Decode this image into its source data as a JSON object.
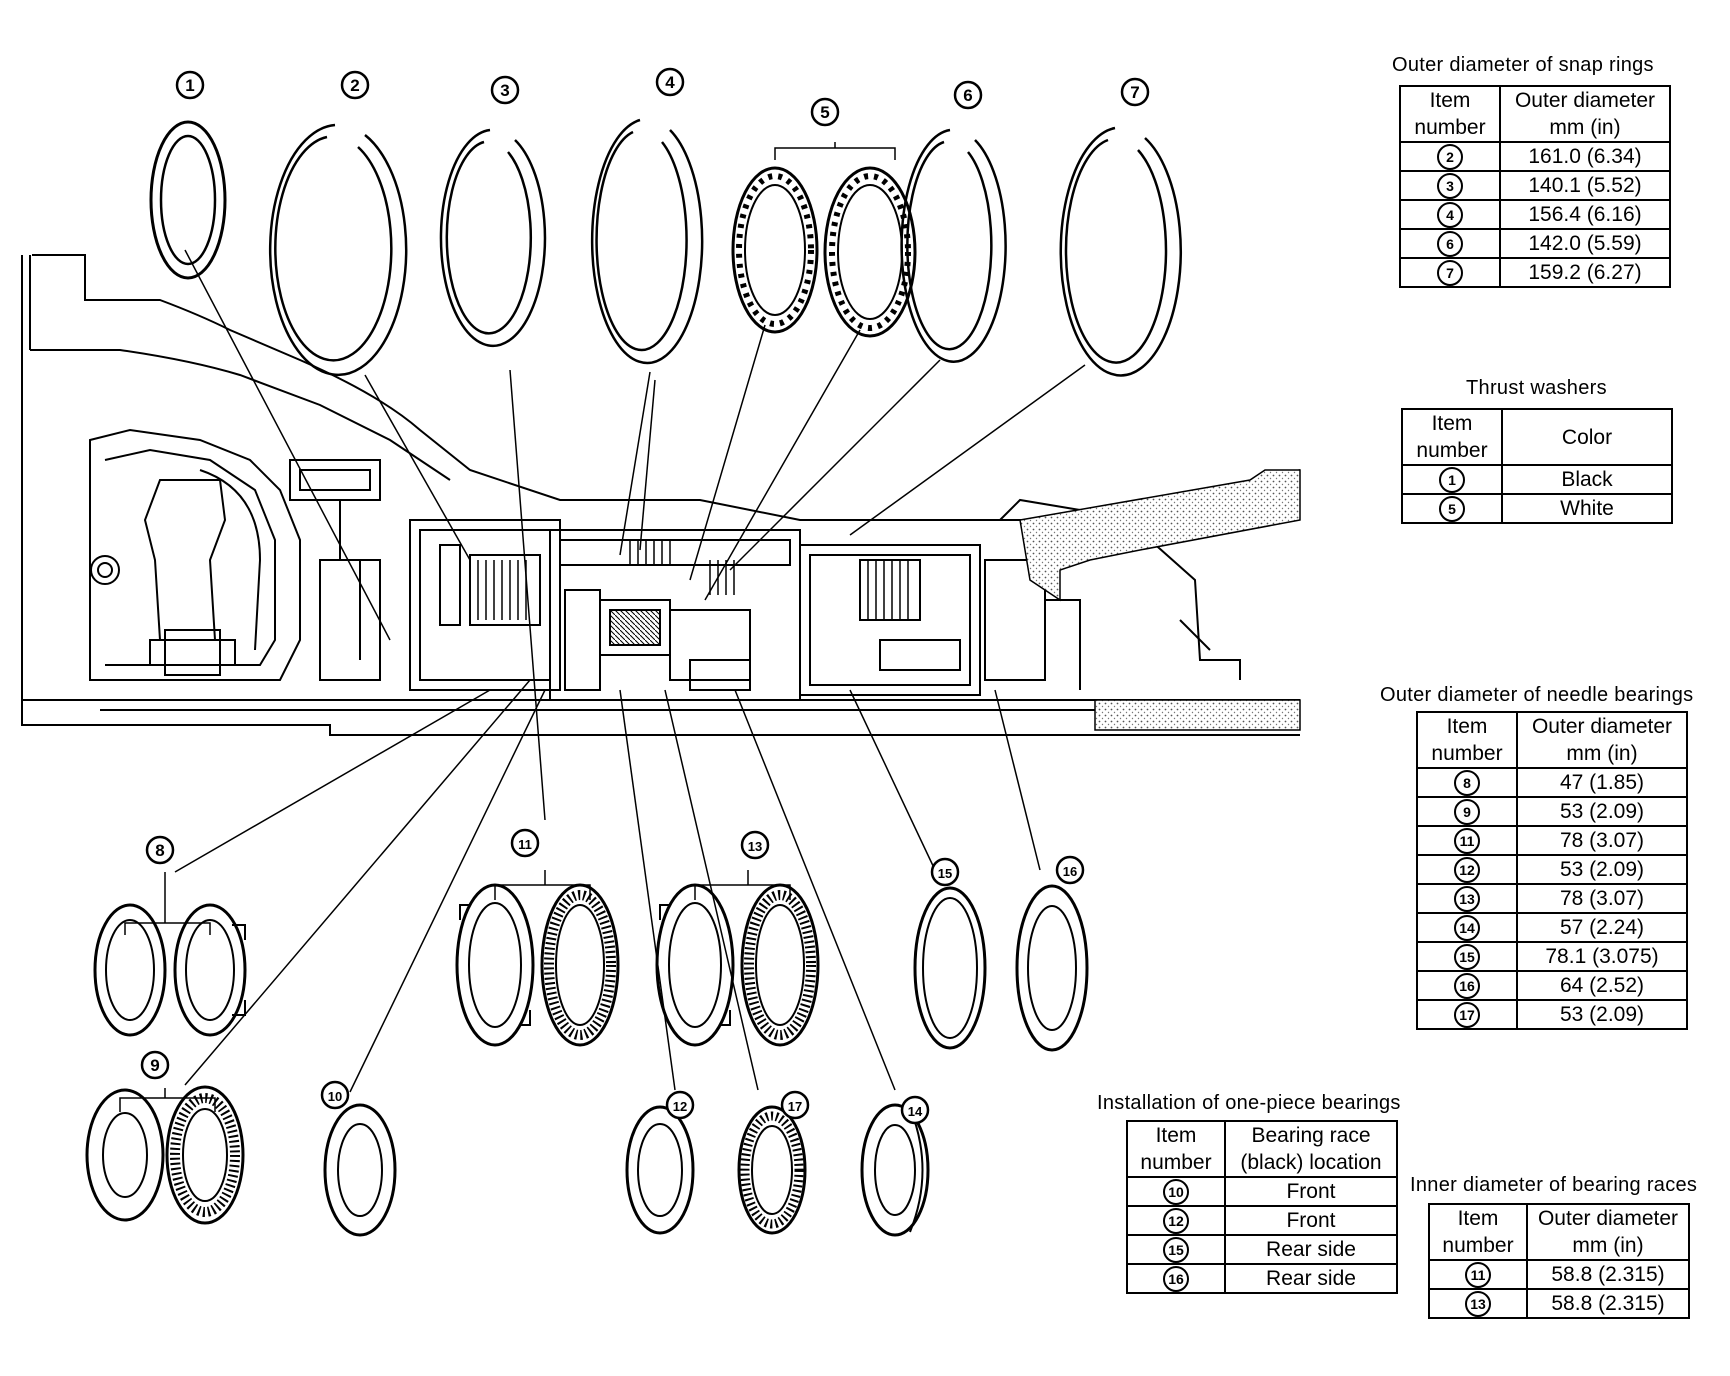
{
  "callouts": [
    "1",
    "2",
    "3",
    "4",
    "5",
    "6",
    "7",
    "8",
    "9",
    "10",
    "11",
    "12",
    "13",
    "14",
    "15",
    "16",
    "17"
  ],
  "snap_rings": {
    "title": "Outer diameter of snap rings",
    "headers": [
      "Item number",
      "Outer diameter mm (in)"
    ],
    "rows": [
      {
        "item": "2",
        "value": "161.0 (6.34)"
      },
      {
        "item": "3",
        "value": "140.1 (5.52)"
      },
      {
        "item": "4",
        "value": "156.4 (6.16)"
      },
      {
        "item": "6",
        "value": "142.0 (5.59)"
      },
      {
        "item": "7",
        "value": "159.2 (6.27)"
      }
    ]
  },
  "thrust_washers": {
    "title": "Thrust washers",
    "headers": [
      "Item number",
      "Color"
    ],
    "rows": [
      {
        "item": "1",
        "value": "Black"
      },
      {
        "item": "5",
        "value": "White"
      }
    ]
  },
  "needle_bearings": {
    "title": "Outer diameter of needle bearings",
    "headers": [
      "Item number",
      "Outer diameter mm (in)"
    ],
    "rows": [
      {
        "item": "8",
        "value": "47 (1.85)"
      },
      {
        "item": "9",
        "value": "53 (2.09)"
      },
      {
        "item": "11",
        "value": "78 (3.07)"
      },
      {
        "item": "12",
        "value": "53 (2.09)"
      },
      {
        "item": "13",
        "value": "78 (3.07)"
      },
      {
        "item": "14",
        "value": "57 (2.24)"
      },
      {
        "item": "15",
        "value": "78.1 (3.075)"
      },
      {
        "item": "16",
        "value": "64 (2.52)"
      },
      {
        "item": "17",
        "value": "53 (2.09)"
      }
    ]
  },
  "one_piece": {
    "title": "Installation of one-piece bearings",
    "headers": [
      "Item number",
      "Bearing race (black) location"
    ],
    "rows": [
      {
        "item": "10",
        "value": "Front"
      },
      {
        "item": "12",
        "value": "Front"
      },
      {
        "item": "15",
        "value": "Rear side"
      },
      {
        "item": "16",
        "value": "Rear side"
      }
    ]
  },
  "bearing_races": {
    "title": "Inner diameter of bearing races",
    "headers": [
      "Item number",
      "Outer diameter mm (in)"
    ],
    "rows": [
      {
        "item": "11",
        "value": "58.8 (2.315)"
      },
      {
        "item": "13",
        "value": "58.8 (2.315)"
      }
    ]
  }
}
